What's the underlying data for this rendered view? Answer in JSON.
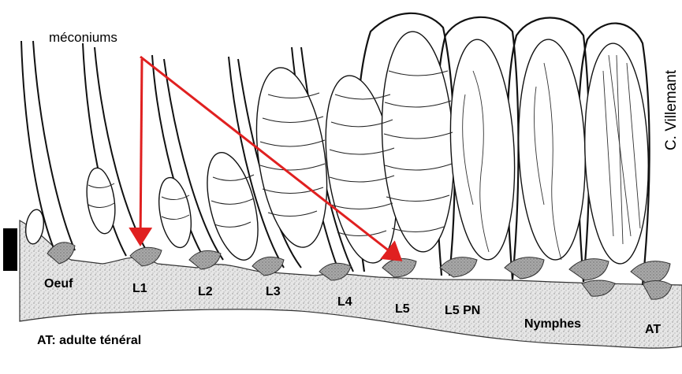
{
  "annotation": "méconiums",
  "credit": "C. Villemant",
  "legend": "AT: adulte ténéral",
  "stages": [
    "Oeuf",
    "L1",
    "L2",
    "L3",
    "L4",
    "L5",
    "L5 PN",
    "Nymphes",
    "AT"
  ],
  "colors": {
    "arrow": "#e02020",
    "ink": "#111111",
    "comb": "#dcdcdc",
    "meconium": "#9a9a9a",
    "background": "#ffffff"
  },
  "icons": [
    "arrow-right-icon"
  ]
}
